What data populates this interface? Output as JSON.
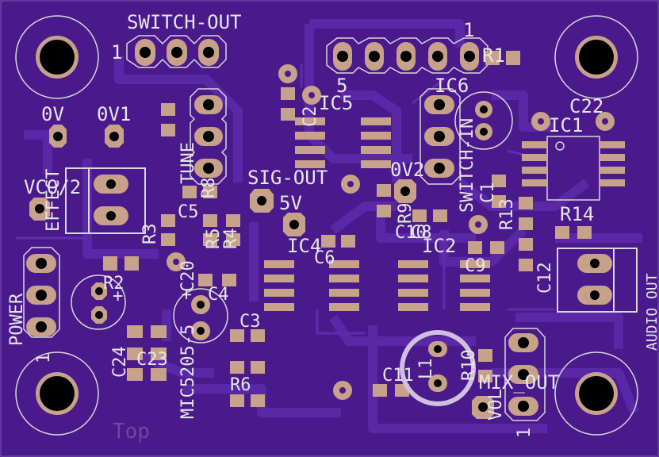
{
  "colors": {
    "board": "#4a1a8c",
    "trace": "#5b2aa8",
    "pad": "#c8a18a",
    "hole": "#000000",
    "silk": "#e6e6e6",
    "ghost": "#6d4a9a"
  },
  "labels": {
    "switch_out": "SWITCH-OUT",
    "switch_out_pin1": "1",
    "header5_pin1": "1",
    "header5_pin5": "5",
    "ov": "0V",
    "ov1": "0V1",
    "ov2": "0V2",
    "vco2": "VCO/2",
    "effect": "EFFECT",
    "tune": "TUNE",
    "sig_out": "SIG-OUT",
    "v5": "5V",
    "power": "POWER",
    "power_pin1": "1",
    "audio_out": "AUDIO_OUT",
    "mix_out": "MIX_OUT",
    "mix_out_pin1": "1",
    "vol": "VOL",
    "switch_in": "SWITCH-IN",
    "mic": "MIC5205-5",
    "top": "Top"
  },
  "refdes": {
    "r1": "R1",
    "r2": "R2",
    "r3": "R3",
    "r4": "R4",
    "r5": "R5",
    "r6": "R6",
    "r8": "R8",
    "r9": "R9",
    "r10": "R10",
    "r13": "R13",
    "r14": "R14",
    "c1": "C1",
    "c2": "C2",
    "c3": "C3",
    "c4": "C4",
    "c5": "C5",
    "c6": "C6",
    "c8": "C8",
    "c9": "C9",
    "c10": "C10",
    "c11": "C11",
    "c12": "C12",
    "c20": "C20",
    "c22": "C22",
    "c23": "C23",
    "c24": "C24",
    "ic1": "IC1",
    "ic2": "IC2",
    "ic4": "IC4",
    "ic5": "IC5",
    "ic6": "IC6",
    "l1": "L1",
    "plus": "+"
  }
}
